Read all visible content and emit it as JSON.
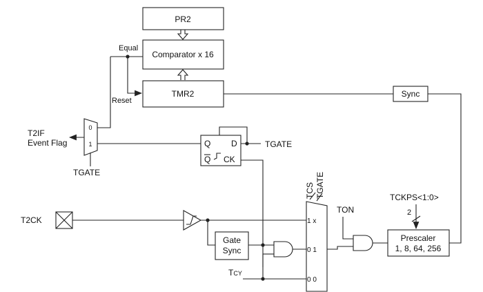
{
  "blocks": {
    "pr2": "PR2",
    "comparator": "Comparator x 16",
    "tmr2": "TMR2",
    "sync": "Sync",
    "gate_sync_line1": "Gate",
    "gate_sync_line2": "Sync",
    "prescaler_line1": "Prescaler",
    "prescaler_line2": "1, 8, 64, 256"
  },
  "signals": {
    "equal": "Equal",
    "reset": "Reset",
    "t2if_line1": "T2IF",
    "t2if_line2": "Event Flag",
    "mux_in0": "0",
    "mux_in1": "1",
    "tgate_mux": "TGATE",
    "tgate_ff": "TGATE",
    "ff_q": "Q",
    "ff_d": "D",
    "ff_qbar": "Q",
    "ff_ck": "CK",
    "t2ck": "T2CK",
    "tcs": "TCS",
    "tgate_vertical": "TGATE",
    "ton": "TON",
    "tckps": "TCKPS<1:0>",
    "bus_width": "2",
    "sel_1x": "1 x",
    "sel_01": "0 1",
    "sel_00": "0 0",
    "tcy_main": "T",
    "tcy_sub": "CY"
  }
}
